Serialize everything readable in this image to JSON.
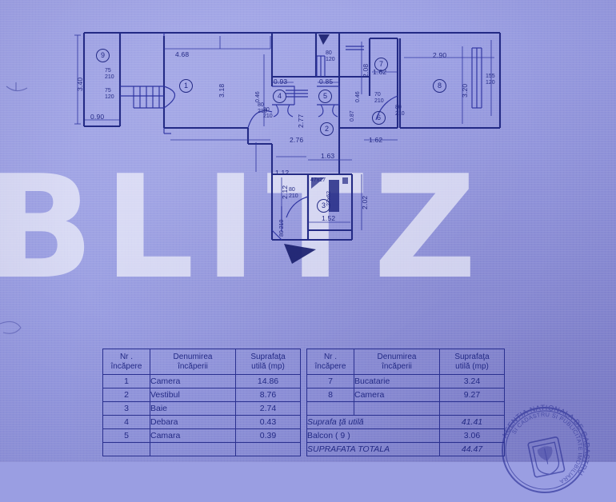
{
  "document": {
    "type": "cadastral-floor-plan",
    "watermark": "BLITZ",
    "stamp_text": "AGENTIA NATIONALA DE CADASTRU SI PUBLICITATE IMOBILIARA"
  },
  "plan": {
    "room_markers": [
      "1",
      "2",
      "3",
      "4",
      "5",
      "6",
      "7",
      "8",
      "9"
    ],
    "dimensions": {
      "left_overall_height": "3.40",
      "left_bottom_width": "0.90",
      "room1_top_width": "4.68",
      "room1_right_height": "3.18",
      "room4_width": "0.93",
      "room5_width": "0.85",
      "hall_vertical": "2.77",
      "hall_bottom_width": "2.76",
      "room7_height": "2.08",
      "room7_width": "1.62",
      "room6_width": "1.62",
      "room8_top_width": "2.90",
      "room8_right_height": "3.20",
      "room3_top_width": "1.63",
      "room3_bottom_width": "1.52",
      "room3_right_height": "2.02",
      "room3_left_height": "2.12",
      "corridor_left": "1.12",
      "small_087": "0.87",
      "small_046_a": "0.46",
      "small_046_b": "0.46"
    },
    "openings": {
      "door_80_210_a": "80\n210",
      "door_80_210_b": "80\n210",
      "door_80_210_c": "80\n210",
      "door_80_210_d": "80\n210",
      "door_80_210_e": "80\n210",
      "door_75_210": "75\n210",
      "window_75_120": "75\n120",
      "window_80_120": "80\n120",
      "window_155_120": "155\n120",
      "window_47_27": "47x27",
      "window_27x62": "27x62",
      "mark_70_210": "70\n210"
    }
  },
  "table_left": {
    "headers": [
      "Nr .\nîncăpere",
      "Denumirea\nîncăperii",
      "Suprafaţa\nutilă (mp)"
    ],
    "header_nr_l1": "Nr .",
    "header_nr_l2": "încăpere",
    "header_den_l1": "Denumirea",
    "header_den_l2": "încăperii",
    "header_sup_l1": "Suprafaţa",
    "header_sup_l2": "utilă (mp)",
    "rows": [
      {
        "nr": "1",
        "name": "Camera",
        "area": "14.86"
      },
      {
        "nr": "2",
        "name": "Vestibul",
        "area": "8.76"
      },
      {
        "nr": "3",
        "name": "Baie",
        "area": "2.74"
      },
      {
        "nr": "4",
        "name": "Debara",
        "area": "0.43"
      },
      {
        "nr": "5",
        "name": "Camara",
        "area": "0.39"
      }
    ]
  },
  "table_right": {
    "header_nr_l1": "Nr .",
    "header_nr_l2": "încăpere",
    "header_den_l1": "Denumirea",
    "header_den_l2": "încăperii",
    "header_sup_l1": "Suprafaţa",
    "header_sup_l2": "utilă (mp)",
    "rows": [
      {
        "nr": "7",
        "name": "Bucatarie",
        "area": "3.24"
      },
      {
        "nr": "8",
        "name": "Camera",
        "area": "9.27"
      },
      {
        "nr": "",
        "name": "",
        "area": ""
      }
    ],
    "summary": [
      {
        "label": "Suprafa ţă  utilă",
        "value": "41.41"
      },
      {
        "label": "Balcon ( 9 )",
        "value": "3.06"
      },
      {
        "label": "SUPRAFATA TOTALA",
        "value": "44.47"
      }
    ]
  },
  "colors": {
    "paper": "#9a9ee2",
    "ink": "#232a85",
    "watermark": "#ffffff"
  }
}
